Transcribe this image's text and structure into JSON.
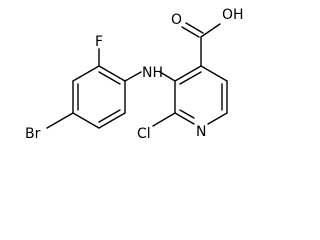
{
  "molecule": {
    "atom_labels": {
      "oh": "OH",
      "o": "O",
      "nh": "NH",
      "f": "F",
      "br": "Br",
      "cl": "Cl",
      "n": "N"
    },
    "colors": {
      "bond": "#000000",
      "text": "#000000",
      "background": "#ffffff"
    }
  }
}
